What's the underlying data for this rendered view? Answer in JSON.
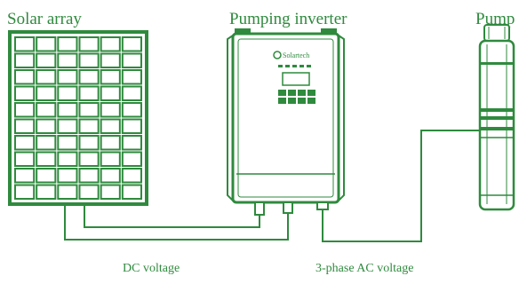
{
  "labels": {
    "solar_array": "Solar array",
    "inverter": "Pumping inverter",
    "pump": "Pump",
    "dc_voltage": "DC voltage",
    "ac_voltage": "3-phase AC voltage"
  },
  "inverter_brand": "Solartech",
  "panel_grid": {
    "columns": 6,
    "rows": 10
  },
  "colors": {
    "line": "#2f8a3e",
    "fill_light": "#ffffff"
  }
}
